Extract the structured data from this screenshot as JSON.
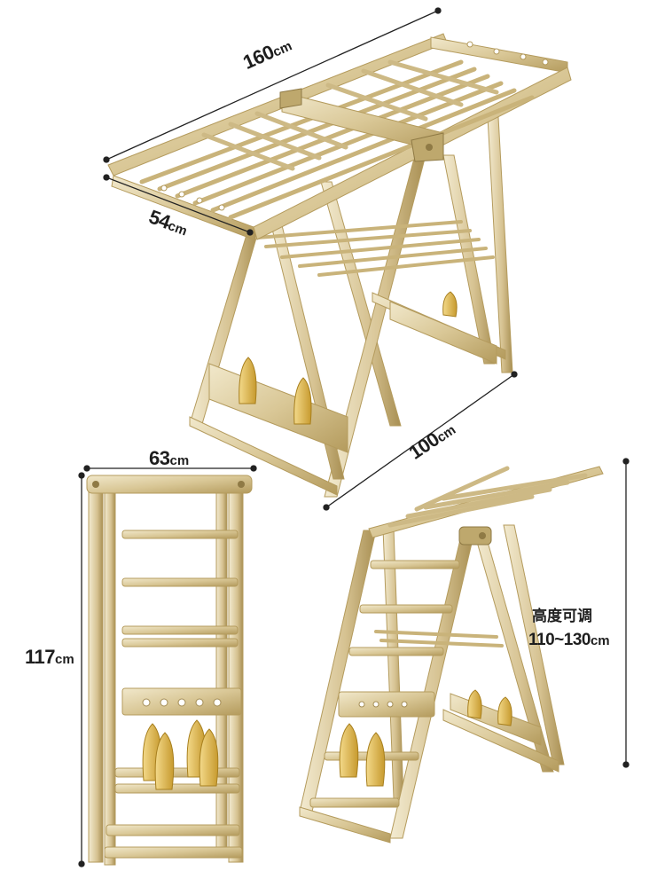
{
  "dimensions": {
    "length_top": {
      "value": "160",
      "unit": "cm"
    },
    "width_top": {
      "value": "54",
      "unit": "cm"
    },
    "length_bottom": {
      "value": "100",
      "unit": "cm"
    },
    "folded_width": {
      "value": "63",
      "unit": "cm"
    },
    "folded_height": {
      "value": "117",
      "unit": "cm"
    },
    "adjustable_height_caption": "高度可调",
    "adjustable_height": {
      "value": "110~130",
      "unit": "cm"
    }
  },
  "colors": {
    "frame": "#d8c79a",
    "frame_dark": "#b79f61",
    "frame_light": "#efe5c6",
    "clip": "#d9b24a",
    "dimension_line": "#222222"
  }
}
